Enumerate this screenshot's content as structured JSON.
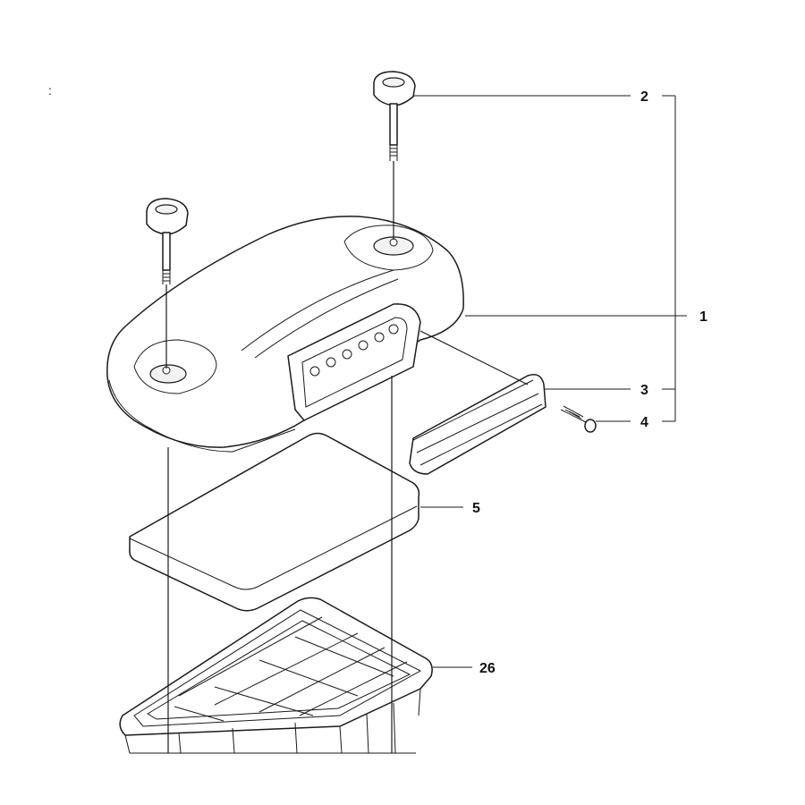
{
  "diagram": {
    "callouts": [
      {
        "id": "knob",
        "label": "2"
      },
      {
        "id": "cover",
        "label": "1"
      },
      {
        "id": "handle",
        "label": "3"
      },
      {
        "id": "screw",
        "label": "4"
      },
      {
        "id": "filter",
        "label": "5"
      },
      {
        "id": "holder",
        "label": "26"
      }
    ],
    "stray_mark": ":"
  }
}
